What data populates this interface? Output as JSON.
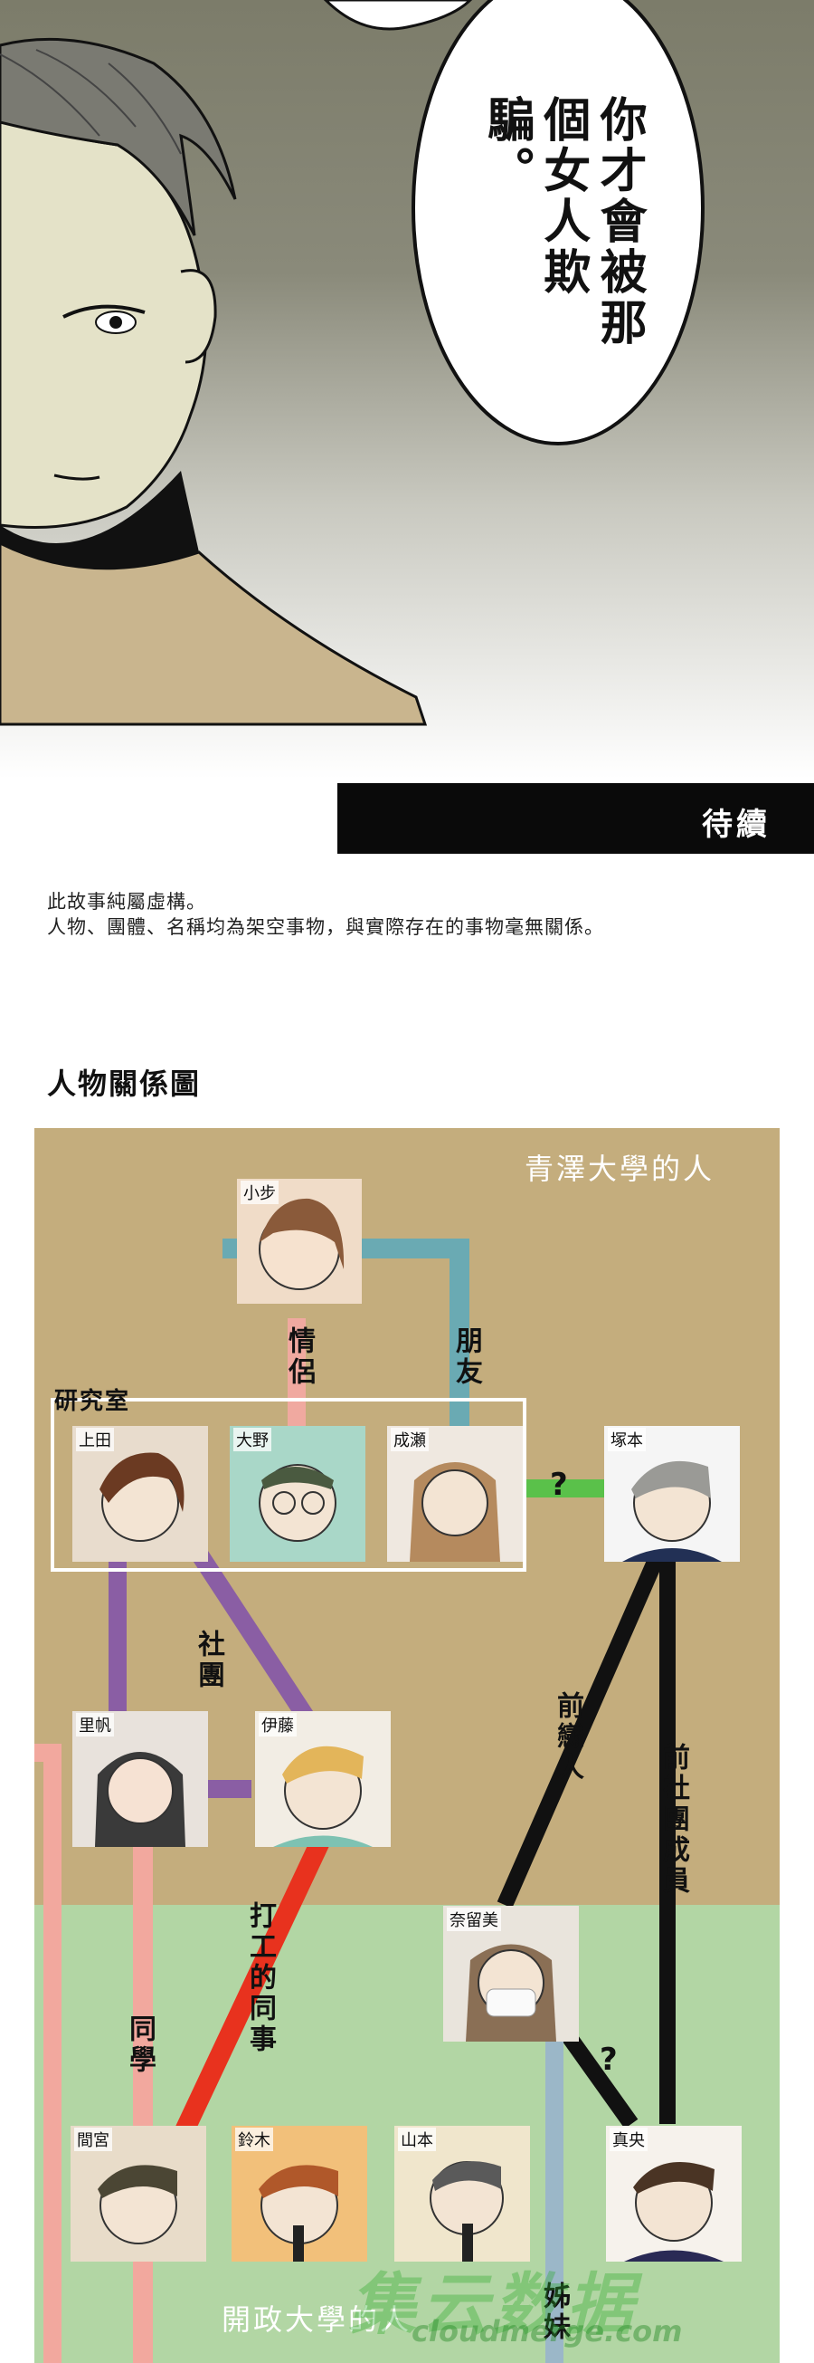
{
  "panel": {
    "speech_bubble_text": "你才會被那個女人欺騙。"
  },
  "tbc": {
    "label": "待續"
  },
  "disclaimer": {
    "line1": "此故事純屬虛構。",
    "line2": "人物、團體、名稱均為架空事物，與實際存在的事物毫無關係。"
  },
  "chart": {
    "title": "人物關係圖",
    "zones": {
      "top": "青澤大學的人",
      "bottom": "開政大學的人"
    },
    "group_label": "研究室",
    "characters": {
      "koayumi": "小步",
      "ueda": "上田",
      "ono": "大野",
      "naruse": "成瀬",
      "tsukamoto": "塚本",
      "riho": "里帆",
      "ito": "伊藤",
      "narumi": "奈留美",
      "mamiya": "間宮",
      "suzuki": "鈴木",
      "yamamoto": "山本",
      "mao": "真央"
    },
    "relations": {
      "lovers": "情侶",
      "friends": "朋友",
      "club": "社團",
      "ex_lover": "前戀人",
      "ex_club_member": "前社團成員",
      "classmates": "同學",
      "coworkers": "打工的同事",
      "sisters": "姊妹",
      "unknown": "?",
      "unknown2": "?"
    },
    "watermark": "集云数据",
    "watermark_url": "cloudmerge.com"
  },
  "colors": {
    "top_zone": "#c4ad7d",
    "bottom_zone": "#b2d6a4",
    "lovers": "#f0a9a0",
    "friends": "#6aaab3",
    "club": "#8a5ea4",
    "ex_lover": "#111111",
    "question": "#5ac14a",
    "coworker": "#e8321e",
    "classmates": "#f2a89e",
    "sisters": "#9bb7c8"
  }
}
